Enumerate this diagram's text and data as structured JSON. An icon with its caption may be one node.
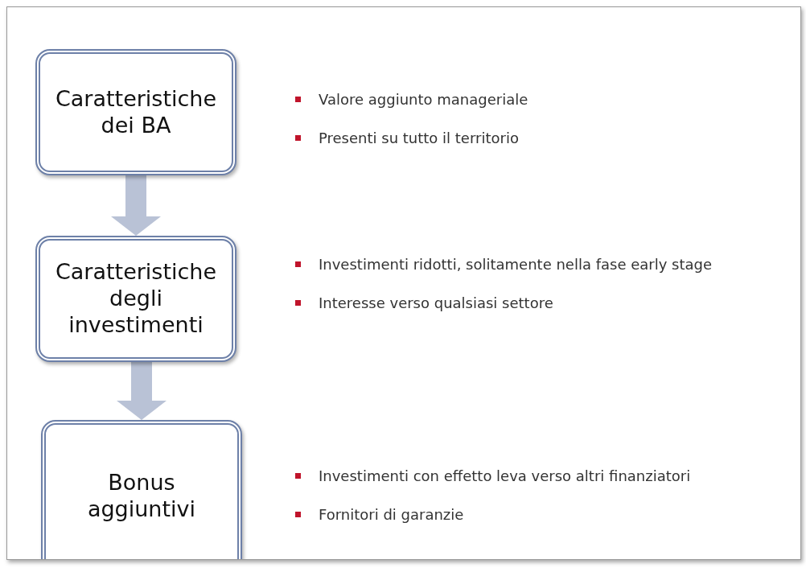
{
  "diagram": {
    "nodes": [
      {
        "text": [
          "Caratteristiche dei BA"
        ],
        "beside": [
          "Valore aggiunto manageriale",
          "Presenti su tutto il territorio"
        ]
      },
      {
        "text": [
          "Caratteristiche degli investimenti"
        ],
        "beside": [
          "Investimenti ridotti, solitamente nella fase early stage",
          "Interesse verso qualsiasi settore"
        ]
      },
      {
        "text": [
          "Bonus aggiuntivi"
        ],
        "beside": [
          "Investimenti con effetto leva verso altri finanziatori",
          "Fornitori di garanzie"
        ]
      }
    ],
    "edges": [
      {
        "from": 0,
        "to": 1,
        "arrow": "to"
      },
      {
        "from": 1,
        "to": 2,
        "arrow": "to"
      }
    ]
  }
}
